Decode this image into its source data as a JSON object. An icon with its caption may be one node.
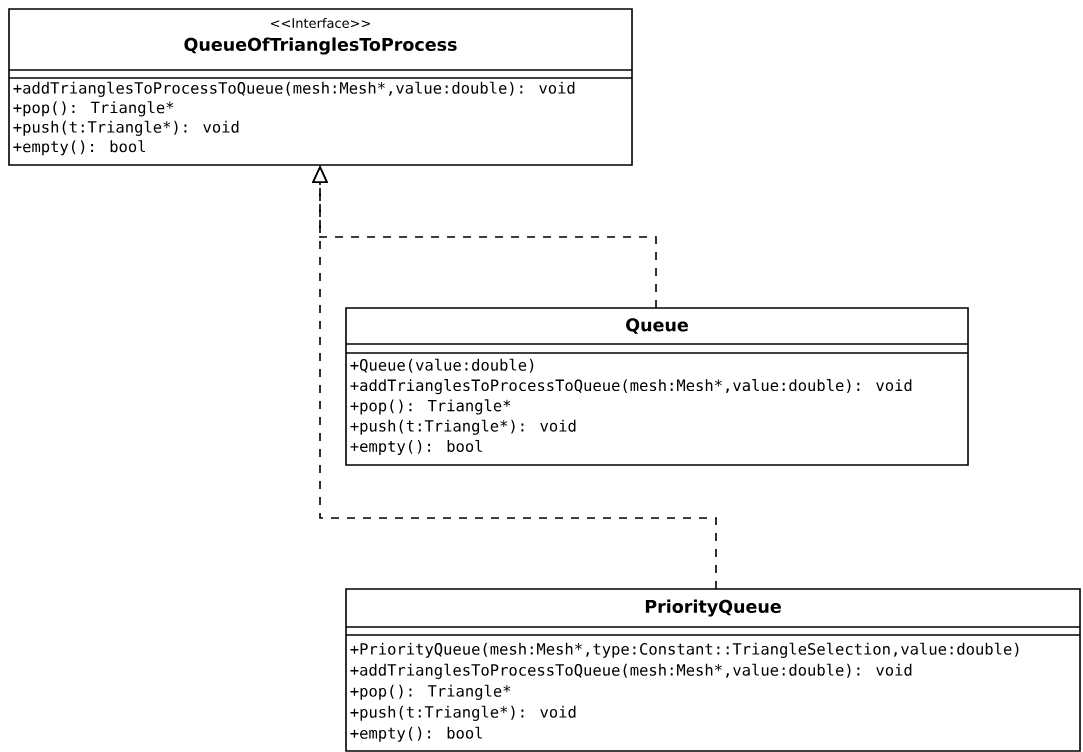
{
  "diagram": {
    "nodes": [
      {
        "text": [
          "<<Interface>>",
          "QueueOfTrianglesToProcess",
          "+addTrianglesToProcessToQueue(mesh:Mesh*,value:double): void",
          "+pop(): Triangle*",
          "+push(t:Triangle*): void",
          "+empty(): bool"
        ]
      },
      {
        "text": [
          "Queue",
          "+Queue(value:double)",
          "+addTrianglesToProcessToQueue(mesh:Mesh*,value:double): void",
          "+pop(): Triangle*",
          "+push(t:Triangle*): void",
          "+empty(): bool"
        ]
      },
      {
        "text": [
          "PriorityQueue",
          "+PriorityQueue(mesh:Mesh*,type:Constant::TriangleSelection,value:double)",
          "+addTrianglesToProcessToQueue(mesh:Mesh*,value:double): void",
          "+pop(): Triangle*",
          "+push(t:Triangle*): void",
          "+empty(): bool"
        ]
      }
    ],
    "edges": [
      {
        "from": 1,
        "to": 0,
        "arrow": "to",
        "style": "dashed"
      },
      {
        "from": 2,
        "to": 0,
        "arrow": "to",
        "style": "dashed"
      }
    ]
  }
}
